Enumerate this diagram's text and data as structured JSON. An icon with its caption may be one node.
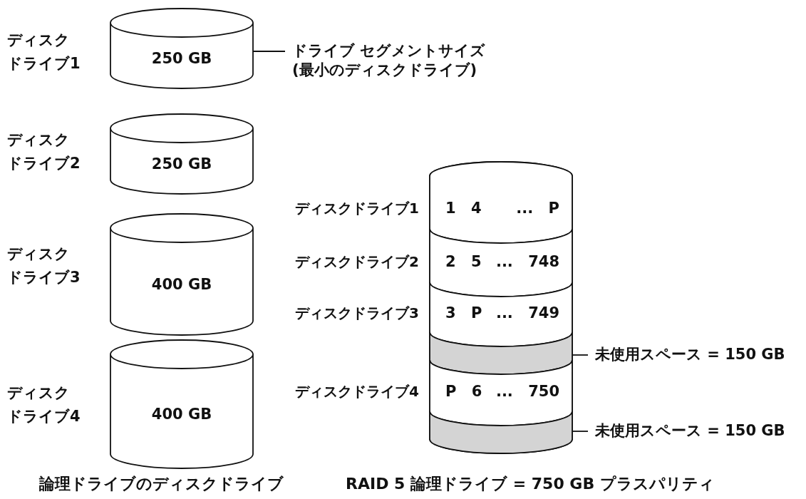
{
  "diagram": {
    "nodes": [
      {
        "text": [
          "250 GB"
        ],
        "beside": [
          "ディスクドライブ1"
        ]
      },
      {
        "text": [
          "ドライブ セグメントサイズ(最小のディスクドライブ)"
        ]
      },
      {
        "text": [
          "250 GB"
        ],
        "beside": [
          "ディスクドライブ2"
        ]
      },
      {
        "text": [
          "400 GB"
        ],
        "beside": [
          "ディスクドライブ3"
        ]
      },
      {
        "text": [
          "400 GB"
        ],
        "beside": [
          "ディスクドライブ4"
        ]
      },
      {
        "text": [],
        "shape": "cylinder"
      },
      {
        "text": [
          "1 4 ... P"
        ],
        "beside": [
          "ディスクドライブ1"
        ],
        "in": 5
      },
      {
        "text": [
          "2 5 ... 748"
        ],
        "beside": [
          "ディスクドライブ2"
        ],
        "in": 5
      },
      {
        "text": [
          "3 P ... 749"
        ],
        "beside": [
          "ディスクドライブ3"
        ],
        "in": 5
      },
      {
        "text": [],
        "shape": "band",
        "in": 5
      },
      {
        "text": [
          "P 6 ... 750"
        ],
        "beside": [
          "ディスクドライブ4"
        ],
        "in": 5
      },
      {
        "text": [],
        "shape": "band",
        "in": 5
      },
      {
        "text": [
          "未使用スペース = 150 GB"
        ]
      },
      {
        "text": [
          "未使用スペース = 150 GB"
        ]
      }
    ],
    "edges": [
      {
        "from": 1,
        "to": 0,
        "arrow": "none"
      },
      {
        "from": 12,
        "to": 9,
        "arrow": "none"
      },
      {
        "from": 13,
        "to": 11,
        "arrow": "none"
      }
    ],
    "labels": [
      "論理ドライブのディスクドライブ",
      "RAID 5 論理ドライブ = 750 GB プラスパリティ"
    ]
  }
}
